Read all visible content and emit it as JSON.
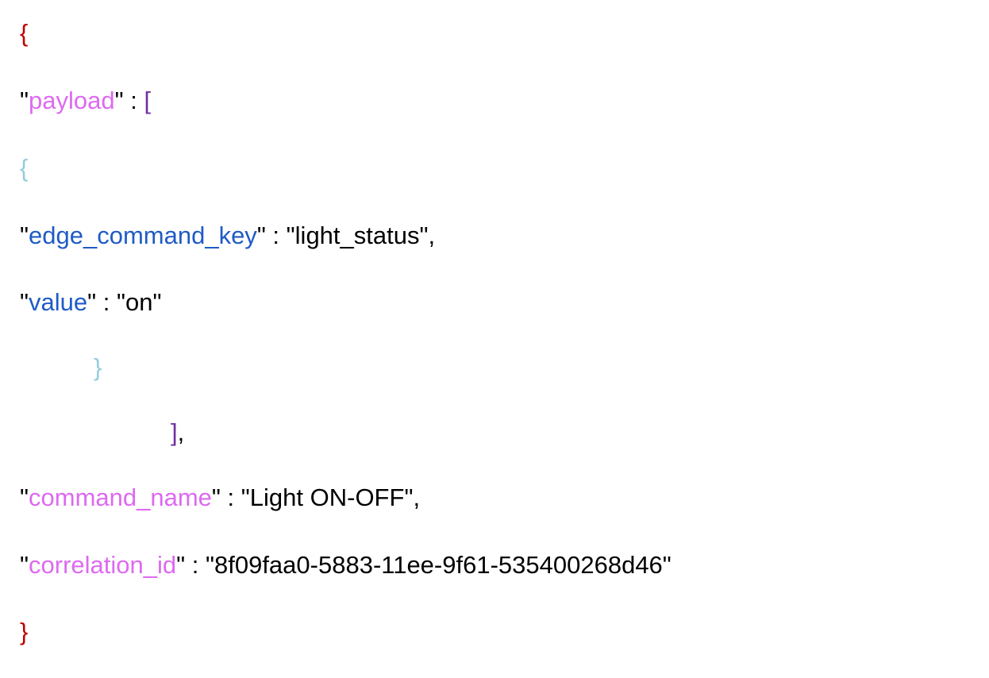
{
  "json_snippet": {
    "open_brace": "{",
    "payload_key": "payload",
    "open_bracket": "[",
    "inner_open_brace": "{",
    "edge_command_key_key": "edge_command_key",
    "edge_command_key_value": "light_status",
    "value_key": "value",
    "value_value": "on",
    "inner_close_brace": "}",
    "close_bracket": "]",
    "command_name_key": "command_name",
    "command_name_value": "Light ON-OFF",
    "correlation_id_key": "correlation_id",
    "correlation_id_value": "8f09faa0-5883-11ee-9f61-535400268d46",
    "close_brace": "}"
  },
  "colors": {
    "outer_brace": "#c00000",
    "top_key": "#dd6af0",
    "bracket": "#7030a0",
    "inner_brace": "#92cddc",
    "inner_key": "#1f5bc6"
  }
}
